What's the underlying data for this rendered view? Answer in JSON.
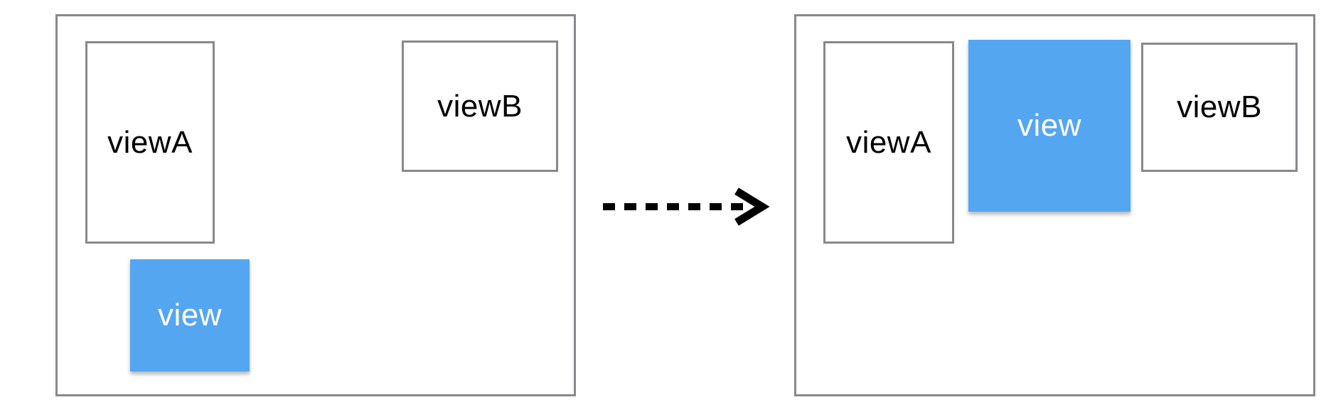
{
  "colors": {
    "view_fill_blue": "#55a6f0",
    "box_border_gray": "#89898d",
    "label_text_black": "#000000",
    "view_label_white": "#ffffff",
    "arrow_black": "#000000"
  },
  "panels": {
    "before": {
      "viewA_label": "viewA",
      "viewB_label": "viewB",
      "view_label": "view"
    },
    "after": {
      "viewA_label": "viewA",
      "viewB_label": "viewB",
      "view_label": "view"
    }
  },
  "arrow": {
    "icon": "dashed-arrow-right"
  }
}
